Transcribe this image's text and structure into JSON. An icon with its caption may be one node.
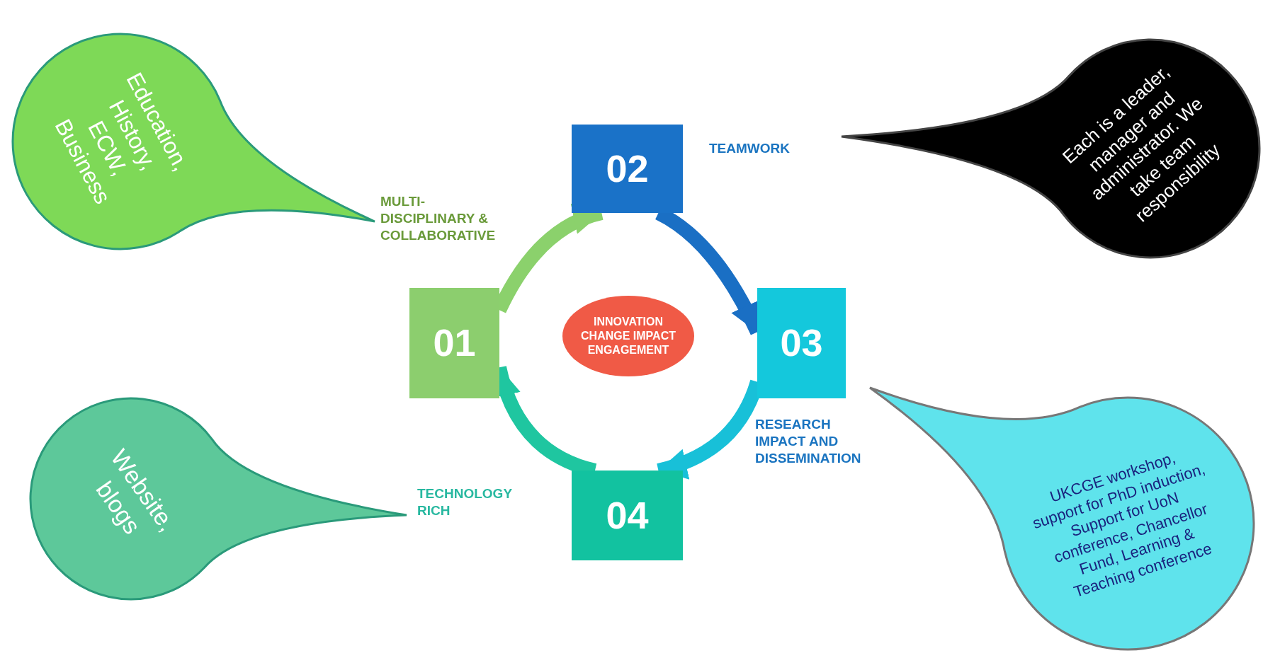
{
  "diagram": {
    "nodes": [
      {
        "text": [
          "Education, History, ECW, Business"
        ]
      },
      {
        "text": [
          "Each is a leader, manager and administrator. We take team responsibility"
        ]
      },
      {
        "text": [
          "Website, blogs"
        ]
      },
      {
        "text": [
          "UKCGE workshop, support for PhD induction, Support for UoN conference, Chancellor Fund, Learning & Teaching conference"
        ]
      },
      {
        "text": [
          "01"
        ]
      },
      {
        "text": [
          "02"
        ]
      },
      {
        "text": [
          "03"
        ]
      },
      {
        "text": [
          "04"
        ]
      },
      {
        "text": [
          "INNOVATION CHANGE IMPACT ENGAGEMENT"
        ]
      }
    ],
    "edges": [
      {
        "from": 4,
        "to": 5,
        "arrow": "to",
        "color": "#8bd16c"
      },
      {
        "from": 5,
        "to": 6,
        "arrow": "to",
        "color": "#1a6fc4"
      },
      {
        "from": 6,
        "to": 7,
        "arrow": "to",
        "color": "#18c0d8"
      },
      {
        "from": 7,
        "to": 4,
        "arrow": "to",
        "color": "#1fc6a0"
      }
    ],
    "labels": [
      "MULTI- DISCIPLINARY & COLLABORATIVE",
      "TEAMWORK",
      "RESEARCH IMPACT AND DISSEMINATION",
      "TECHNOLOGY RICH"
    ]
  }
}
